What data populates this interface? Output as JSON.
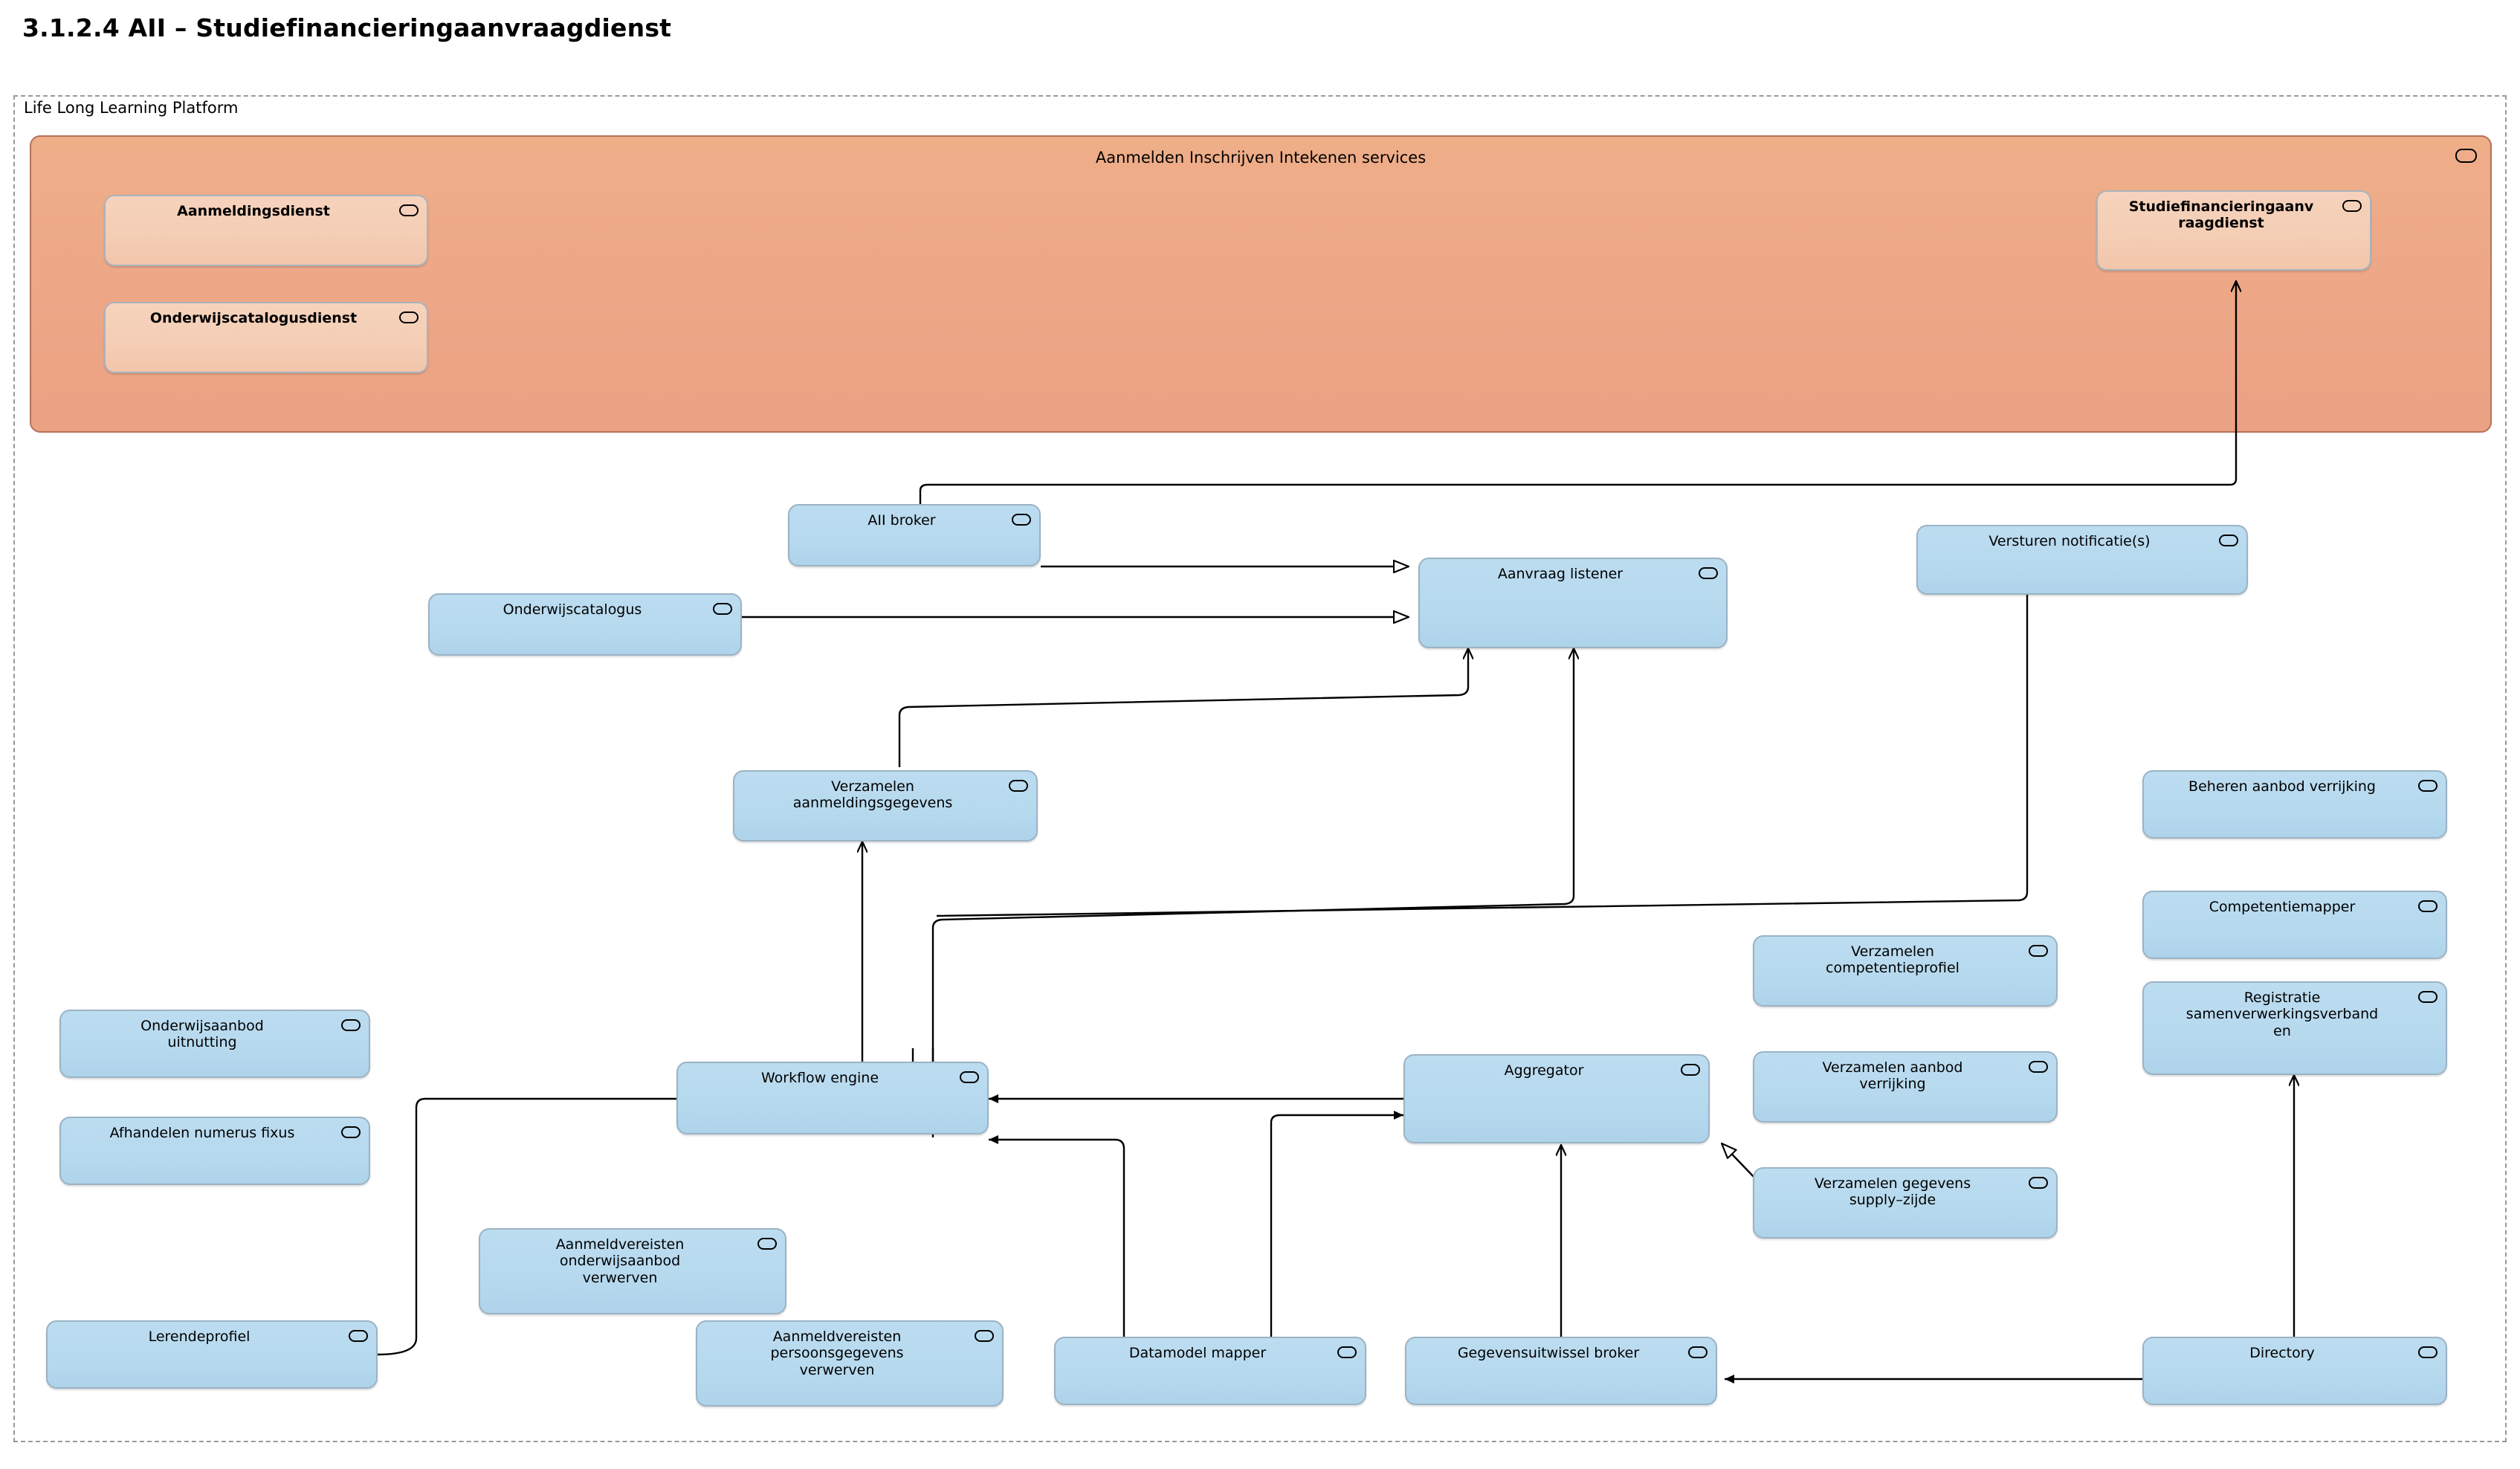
{
  "page_title": "3.1.2.4 AII – Studiefinancieringaanvraagdienst",
  "platform": {
    "label": "Life Long Learning Platform"
  },
  "grouping": {
    "title": "Aanmelden Inschrijven Intekenen services",
    "badge_icon": "application-component-badge-icon",
    "color": "#eda787",
    "border_color": "#b5715a",
    "children": [
      {
        "id": "aanmeldingsdienst",
        "label": "Aanmeldingsdienst",
        "badge_icon": "application-service-badge-icon"
      },
      {
        "id": "onderwijscatalogusdienst",
        "label": "Onderwijscatalogusdienst",
        "badge_icon": "application-service-badge-icon"
      },
      {
        "id": "studiefinancieringaanvraagdienst",
        "label": "Studiefinancieringaanv\nraagdienst",
        "badge_icon": "application-service-badge-icon"
      }
    ]
  },
  "node_color": "#b6d9ee",
  "node_border_color": "#9bb3c4",
  "nodes": [
    {
      "id": "aii-broker",
      "label": "AII broker",
      "badge_icon": "application-component-badge-icon"
    },
    {
      "id": "onderwijscatalogus",
      "label": "Onderwijscatalogus",
      "badge_icon": "application-component-badge-icon"
    },
    {
      "id": "aanvraag-listener",
      "label": "Aanvraag listener",
      "badge_icon": "application-component-badge-icon"
    },
    {
      "id": "versturen-notificaties",
      "label": "Versturen notificatie(s)",
      "badge_icon": "application-component-badge-icon"
    },
    {
      "id": "verzamelen-aanmeldingsgegevens",
      "label": "Verzamelen\naanmeldingsgegevens",
      "badge_icon": "application-component-badge-icon"
    },
    {
      "id": "beheren-aanbod-verrijking",
      "label": "Beheren aanbod verrijking",
      "badge_icon": "application-component-badge-icon"
    },
    {
      "id": "competentiemapper",
      "label": "Competentiemapper",
      "badge_icon": "application-component-badge-icon"
    },
    {
      "id": "registratie-samenverwerkingsverbanden",
      "label": "Registratie\nsamenverwerkingsverband\nen",
      "badge_icon": "application-component-badge-icon"
    },
    {
      "id": "verzamelen-competentieprofiel",
      "label": "Verzamelen\ncompetentieprofiel",
      "badge_icon": "application-component-badge-icon"
    },
    {
      "id": "onderwijsaanbod-uitnutting",
      "label": "Onderwijsaanbod\nuitnutting",
      "badge_icon": "application-component-badge-icon"
    },
    {
      "id": "workflow-engine",
      "label": "Workflow engine",
      "badge_icon": "application-component-badge-icon"
    },
    {
      "id": "aggregator",
      "label": "Aggregator",
      "badge_icon": "application-component-badge-icon"
    },
    {
      "id": "verzamelen-aanbod-verrijking",
      "label": "Verzamelen aanbod\nverrijking",
      "badge_icon": "application-component-badge-icon"
    },
    {
      "id": "afhandelen-numerus-fixus",
      "label": "Afhandelen numerus fixus",
      "badge_icon": "application-component-badge-icon"
    },
    {
      "id": "verzamelen-gegevens-supply-zijde",
      "label": "Verzamelen gegevens\nsupply–zijde",
      "badge_icon": "application-component-badge-icon"
    },
    {
      "id": "aanmeldvereisten-onderwijsaanbod-verwerven",
      "label": "Aanmeldvereisten\nonderwijsaanbod\nverwerven",
      "badge_icon": "application-component-badge-icon"
    },
    {
      "id": "aanmeldvereisten-persoonsgegevens-verwerven",
      "label": "Aanmeldvereisten\npersoonsgegevens\nverwerven",
      "badge_icon": "application-component-badge-icon"
    },
    {
      "id": "lerendeprofiel",
      "label": "Lerendeprofiel",
      "badge_icon": "application-component-badge-icon"
    },
    {
      "id": "datamodel-mapper",
      "label": "Datamodel mapper",
      "badge_icon": "application-component-badge-icon"
    },
    {
      "id": "gegevensuitwissel-broker",
      "label": "Gegevensuitwissel broker",
      "badge_icon": "application-component-badge-icon"
    },
    {
      "id": "directory",
      "label": "Directory",
      "badge_icon": "application-component-badge-icon"
    }
  ]
}
